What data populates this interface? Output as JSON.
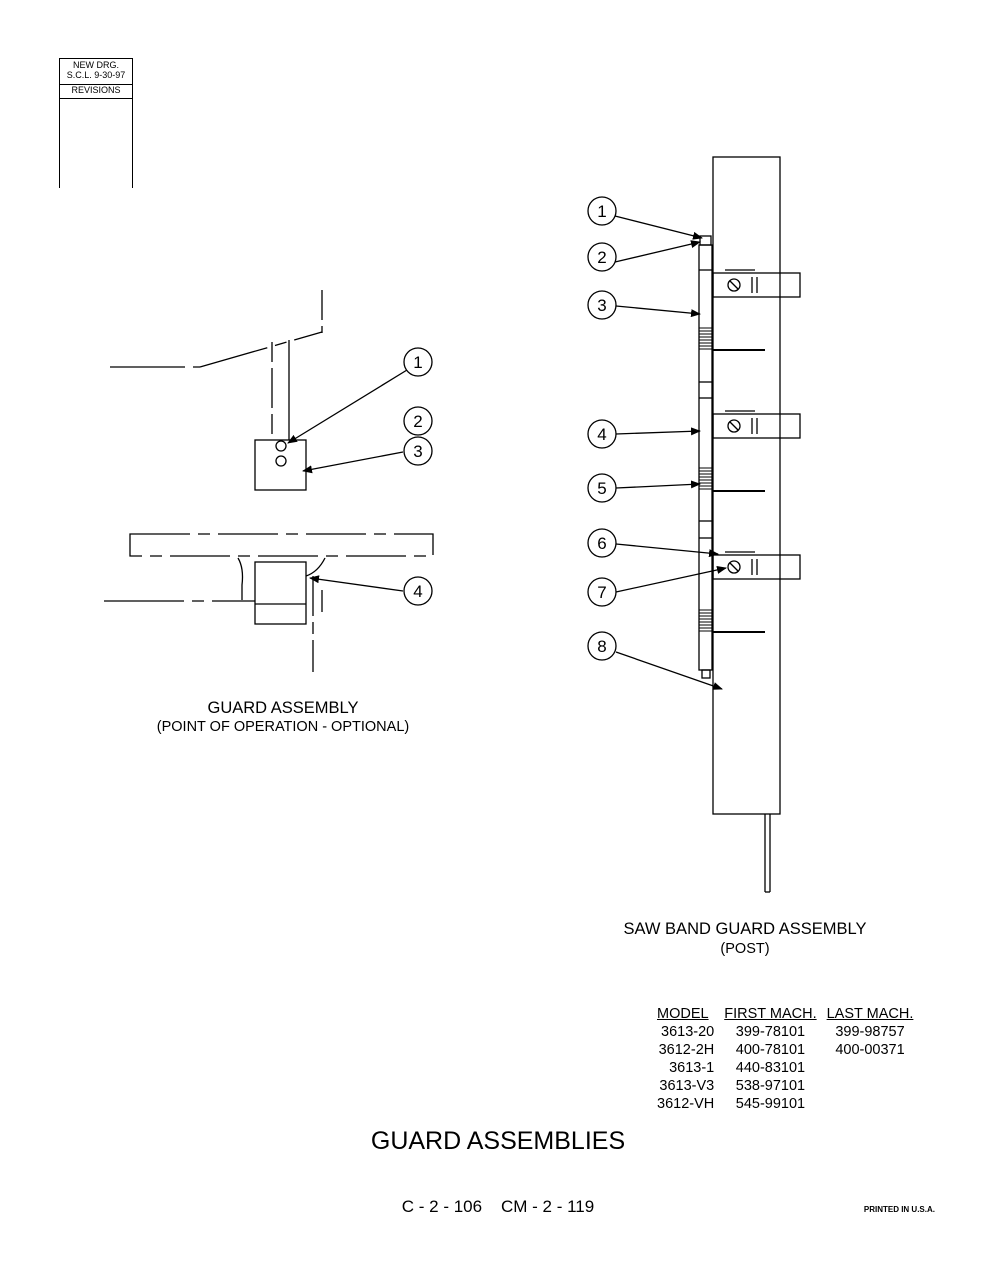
{
  "revision_block": {
    "line1": "NEW DRG.",
    "line2": "S.C.L.  9-30-97",
    "heading": "REVISIONS"
  },
  "guard_assembly": {
    "title": "GUARD ASSEMBLY",
    "subtitle": "(POINT OF OPERATION - OPTIONAL)",
    "callouts": [
      "1",
      "2",
      "3",
      "4"
    ]
  },
  "saw_band_guard": {
    "title": "SAW BAND GUARD ASSEMBLY",
    "subtitle": "(POST)",
    "callouts": [
      "1",
      "2",
      "3",
      "4",
      "5",
      "6",
      "7",
      "8"
    ]
  },
  "models_table": {
    "headers": [
      "MODEL",
      "FIRST MACH.",
      "LAST MACH."
    ],
    "rows": [
      [
        "3613-20",
        "399-78101",
        "399-98757"
      ],
      [
        "3612-2H",
        "400-78101",
        "400-00371"
      ],
      [
        "3613-1",
        "440-83101",
        ""
      ],
      [
        "3613-V3",
        "538-97101",
        ""
      ],
      [
        "3612-VH",
        "545-99101",
        ""
      ]
    ]
  },
  "page_title": "GUARD ASSEMBLIES",
  "drawing_numbers": "C - 2 - 106    CM - 2 - 119",
  "printed_note": "PRINTED IN U.S.A."
}
